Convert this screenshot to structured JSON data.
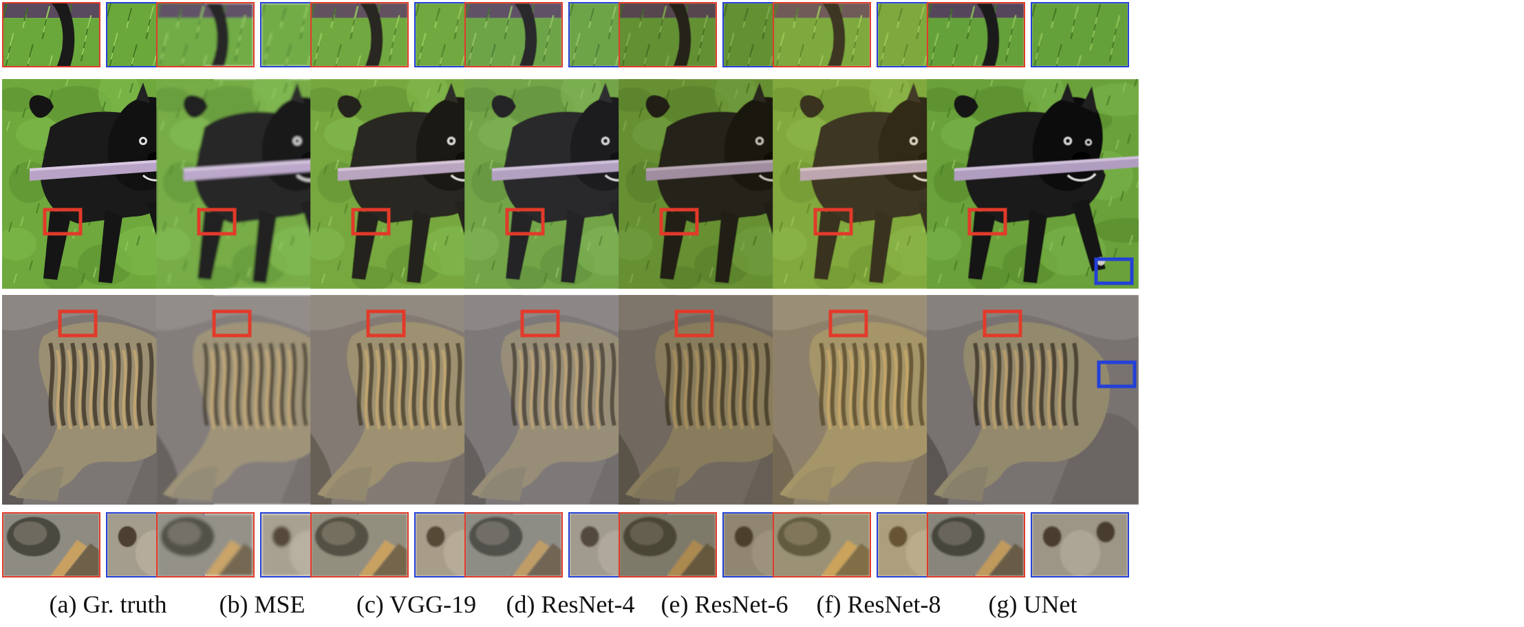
{
  "figure": {
    "columns": [
      {
        "id": "a",
        "caption": "(a) Gr. truth",
        "tint": "#000000",
        "tint_opacity": 0.0,
        "blur": 0.0
      },
      {
        "id": "b",
        "caption": "(b) MSE",
        "tint": "#ffffff",
        "tint_opacity": 0.05,
        "blur": 1.6
      },
      {
        "id": "c",
        "caption": "(c) VGG-19",
        "tint": "#c8b060",
        "tint_opacity": 0.08,
        "blur": 0.5
      },
      {
        "id": "d",
        "caption": "(d) ResNet-4",
        "tint": "#8a8fa0",
        "tint_opacity": 0.12,
        "blur": 0.6
      },
      {
        "id": "e",
        "caption": "(e) ResNet-6",
        "tint": "#4a3a10",
        "tint_opacity": 0.22,
        "blur": 0.6
      },
      {
        "id": "f",
        "caption": "(f) ResNet-8",
        "tint": "#d8b040",
        "tint_opacity": 0.18,
        "blur": 0.6
      },
      {
        "id": "g",
        "caption": "(g) UNet",
        "tint": "#000000",
        "tint_opacity": 0.04,
        "blur": 0.5
      }
    ],
    "rows": [
      "dog-closeup-crops",
      "dog-image",
      "mongoose-image",
      "mongoose-closeup-crops"
    ],
    "highlight_colors": {
      "red": "#e23a2a",
      "blue": "#2340d8"
    }
  }
}
